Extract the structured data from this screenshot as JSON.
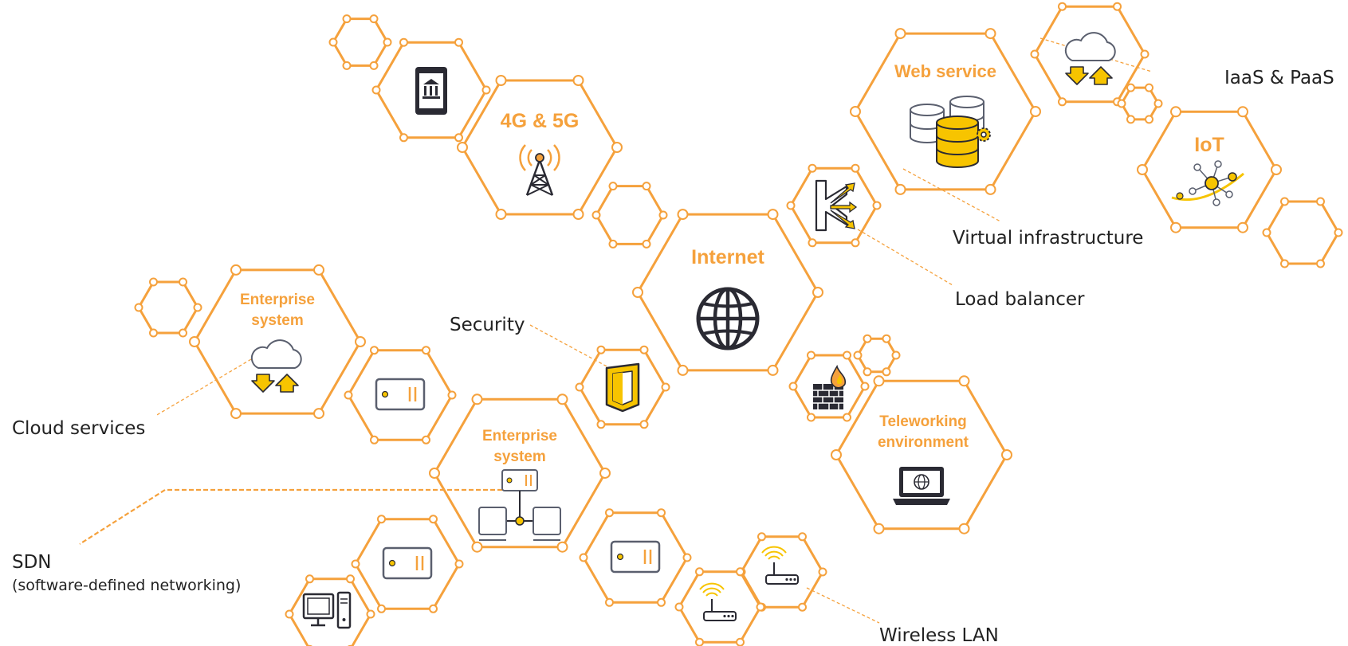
{
  "colors": {
    "accent": "#f5a13c",
    "icon_dark": "#2a2a33",
    "icon_fill": "#f7c400",
    "icon_outline": "#5a5f6e"
  },
  "hexes": {
    "internet": {
      "title": "Internet",
      "icon": "globe-icon"
    },
    "mobile": {
      "title": "4G & 5G",
      "icon": "cell-tower-icon"
    },
    "web": {
      "title": "Web service",
      "icon": "database-icon"
    },
    "iot": {
      "title": "IoT",
      "icon": "network-nodes-icon"
    },
    "enterprise_cloud": {
      "title_line1": "Enterprise",
      "title_line2": "system",
      "icon": "cloud-sync-icon"
    },
    "enterprise_sdn": {
      "title_line1": "Enterprise",
      "title_line2": "system",
      "icon": "network-topology-icon"
    },
    "telework": {
      "title_line1": "Teleworking",
      "title_line2": "environment",
      "icon": "laptop-globe-icon"
    }
  },
  "small_icons": {
    "tablet": "tablet-bank-icon",
    "iaas": "cloud-sync-icon",
    "loadbalancer": "load-balancer-icon",
    "security": "shield-icon",
    "firewall": "firewall-icon",
    "server": "server-icon",
    "router": "wireless-router-icon",
    "desktop": "desktop-computer-icon"
  },
  "callouts": {
    "iaas_paas": "IaaS & PaaS",
    "virtual_infra": "Virtual infrastructure",
    "load_balancer": "Load balancer",
    "security": "Security",
    "cloud_services": "Cloud services",
    "sdn_line1": "SDN",
    "sdn_line2": "(software-defined networking)",
    "wireless_lan": "Wireless LAN"
  }
}
